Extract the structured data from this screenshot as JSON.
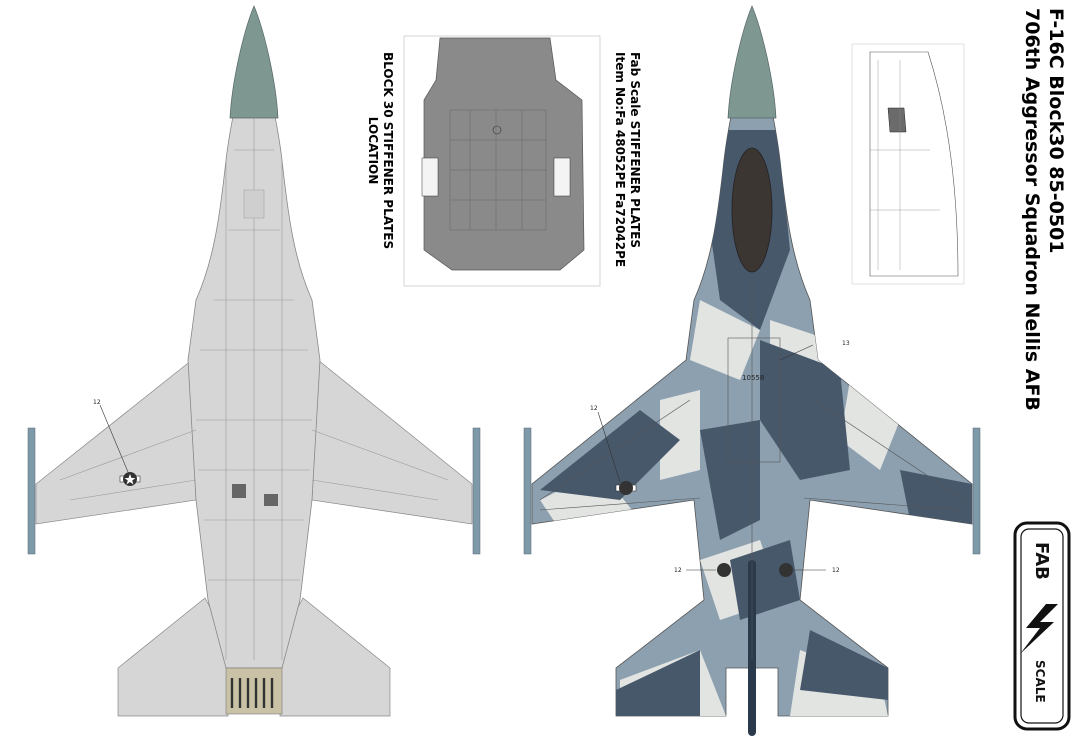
{
  "title": {
    "line1": "F-16C Block30 85-0501",
    "line2": "706th Aggressor Squadron Nellis AFB"
  },
  "stiffener_location": {
    "line1": "BLOCK 30 STIFFENER PLATES",
    "line2": "LOCATION"
  },
  "product": {
    "line1": "Fab Scale  STIFFENER PLATES",
    "line2": "Item No:Fa 48052PE  Fa72042PE"
  },
  "callouts": {
    "left_wing": "12",
    "right_wing_left": "12",
    "tail_tag_number": "13",
    "serial": "10558",
    "lower_left": "12",
    "lower_right": "12"
  },
  "brand": {
    "fab": "FAB",
    "scale": "SCALE"
  },
  "colors": {
    "light_gray": "#d6d6d6",
    "radome": "#7e9791",
    "camo_light": "#8da0b0",
    "camo_dark": "#48586b",
    "camo_pale": "#e2e4e2",
    "detail_gray": "#8a8a8a"
  }
}
